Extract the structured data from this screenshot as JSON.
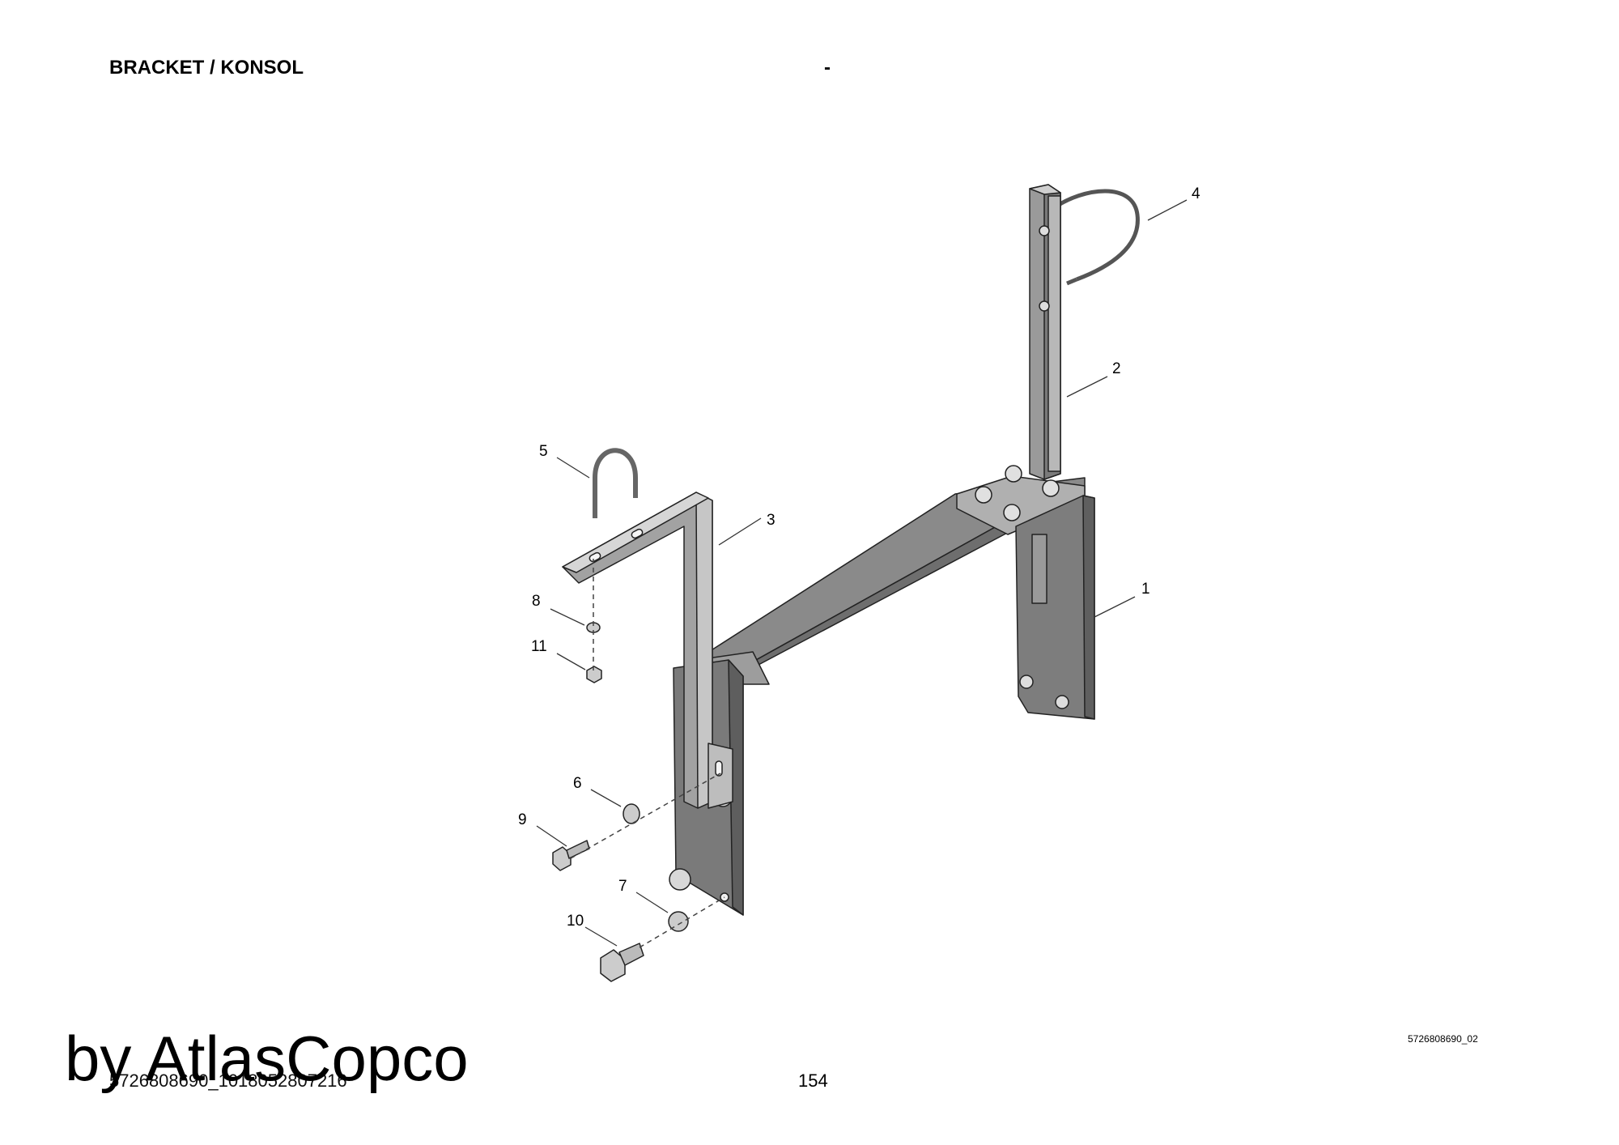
{
  "header": {
    "title": "BRACKET / KONSOL",
    "dash": "-"
  },
  "callouts": [
    "1",
    "2",
    "3",
    "4",
    "5",
    "6",
    "7",
    "8",
    "9",
    "10",
    "11"
  ],
  "footer": {
    "drawing_number": "5726808690_02",
    "document_id": "5726808690_1018052807216",
    "page_number": "154",
    "watermark": "by AtlasCopco"
  }
}
